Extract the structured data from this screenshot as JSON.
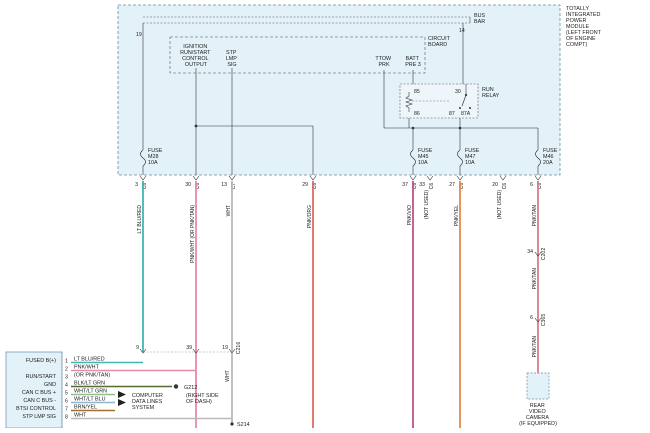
{
  "tipm": {
    "title_lines": [
      "TOTALLY",
      "INTEGRATED",
      "POWER",
      "MODULE",
      "(LEFT FRONT",
      "OF ENGINE",
      "COMPT)"
    ],
    "bus_bar_lines": [
      "BUS",
      "BAR"
    ],
    "circuit_board_lines": [
      "CIRCUIT",
      "BOARD"
    ],
    "ignition_lines": [
      "IGNITION",
      "RUN/START",
      "CONTROL",
      "OUTPUT"
    ],
    "stp_lines": [
      "STP",
      "LMP",
      "SIG"
    ],
    "ttow_lines": [
      "TTOW",
      "PRK"
    ],
    "batt_lines": [
      "BATT",
      "PRE 3"
    ],
    "run_relay_lines": [
      "RUN",
      "RELAY"
    ],
    "relay_pins": [
      "85",
      "86",
      "30",
      "87",
      "87A"
    ],
    "bus_pins": [
      "19",
      "14"
    ],
    "fuses": [
      {
        "lines": [
          "FUSE",
          "M28",
          "10A"
        ]
      },
      {
        "lines": [
          "FUSE",
          "M45",
          "10A"
        ]
      },
      {
        "lines": [
          "FUSE",
          "M47",
          "10A"
        ]
      },
      {
        "lines": [
          "FUSE",
          "M46",
          "20A"
        ]
      }
    ],
    "bottom_pins": [
      "3",
      "30",
      "13",
      "29",
      "37",
      "33",
      "27",
      "20",
      "6"
    ],
    "connector_tags": [
      "C6",
      "C6",
      "C7",
      "C6",
      "C6",
      "C6",
      "C6",
      "C6",
      "C6"
    ]
  },
  "wires": [
    {
      "label": "LT BLU/RED",
      "color": "#3fb7b0"
    },
    {
      "label": "PNK/WHT (OR PNK/TAN)",
      "color": "#e98aa4"
    },
    {
      "label": "WHT",
      "color": "#b9b9b9"
    },
    {
      "label": "PNK/ORG",
      "color": "#e06a60"
    },
    {
      "label": "PNK/VIO",
      "color": "#c0508e"
    },
    {
      "label": "(NOT USED)",
      "color": "#999999"
    },
    {
      "label": "PNK/YEL",
      "color": "#e48a4a"
    },
    {
      "label": "(NOT USED)",
      "color": "#999999"
    },
    {
      "label": "PNK/TAN",
      "color": "#d6808a"
    }
  ],
  "camera": {
    "pins": [
      "34",
      "6"
    ],
    "connector_tags": [
      "C202",
      "C365"
    ],
    "wire_label_a": "PNK/TAN",
    "wire_label_b": "PNK/TAN",
    "label_lines": [
      "REAR",
      "VIDEO",
      "CAMERA",
      "(IF EQUIPPED)"
    ]
  },
  "lower": {
    "mid_pins": [
      "9",
      "39",
      "19"
    ],
    "mid_tag": "C216",
    "wht_label": "WHT",
    "left_labels": [
      "FUSED B(+)",
      "RUN/START",
      "GND",
      "CAN C BUS +",
      "CAN C BUS -",
      "BTSI CONTROL",
      "STP LMP SIG"
    ],
    "rows": [
      {
        "pin": "1",
        "text": "LT BLU/RED",
        "color": "#3fb7b0"
      },
      {
        "pin": "2",
        "text": "PNK/WHT",
        "color": "#e98aa4"
      },
      {
        "pin": "3",
        "text": "(OR PNK/TAN)",
        "color": ""
      },
      {
        "pin": "4",
        "text": "BLK/LT GRN",
        "color": "#556b2f"
      },
      {
        "pin": "5",
        "text": "WHT/LT GRN",
        "color": "#8fbf8f"
      },
      {
        "pin": "6",
        "text": "WHT/LT BLU",
        "color": "#8fb6d6"
      },
      {
        "pin": "7",
        "text": "BRN/YEL",
        "color": "#a07030"
      },
      {
        "pin": "8",
        "text": "WHT",
        "color": "#b9b9b9"
      }
    ],
    "ground": {
      "id": "G212",
      "lines": [
        "(RIGHT SIDE",
        "OF DASH)"
      ]
    },
    "data_lines": [
      "COMPUTER",
      "DATA LINES",
      "SYSTEM"
    ],
    "splice": "S214"
  }
}
